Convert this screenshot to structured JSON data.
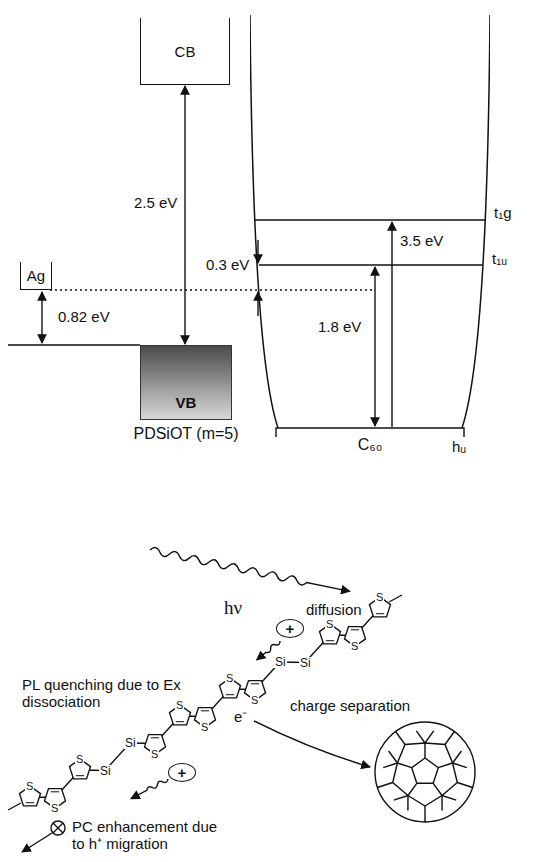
{
  "diagram": {
    "nodes": [
      {
        "text": [
          "Ag"
        ]
      },
      {
        "text": [
          "CB"
        ]
      },
      {
        "text": [
          "VB",
          "PDSiOT (m=5)"
        ]
      },
      {
        "text": [
          "C₆₀"
        ]
      },
      {
        "text": [
          "+"
        ]
      },
      {
        "text": [
          "+"
        ]
      }
    ],
    "edges": [
      {
        "from": 1,
        "to": 2,
        "arrow": "both",
        "label": "2.5 eV"
      }
    ],
    "labels": [
      "0.82 eV",
      "0.3 eV",
      "t₁g",
      "3.5 eV",
      "t₁ᵤ",
      "1.8 eV",
      "hᵤ",
      "hν",
      "diffusion",
      "PL quenching due to Ex dissociation",
      "e⁻",
      "charge separation",
      "PC enhancement due to h⁺ migration",
      "S",
      "S",
      "S",
      "Si",
      "Si",
      "S",
      "S",
      "S",
      "S",
      "S",
      "Si",
      "Si",
      "S",
      "S",
      "S"
    ]
  }
}
